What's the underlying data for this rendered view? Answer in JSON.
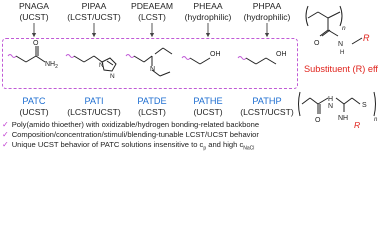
{
  "top_row": [
    {
      "name": "PNAGA",
      "type": "(UCST)"
    },
    {
      "name": "PIPAA",
      "type": "(LCST/UCST)"
    },
    {
      "name": "PDEAEAM",
      "type": "(LCST)"
    },
    {
      "name": "PHEAA",
      "type": "(hydrophilic)"
    },
    {
      "name": "PHPAA",
      "type": "(hydrophilic)"
    }
  ],
  "bottom_row": [
    {
      "name": "PATC",
      "type": "(UCST)"
    },
    {
      "name": "PATI",
      "type": "(LCST/UCST)"
    },
    {
      "name": "PATDE",
      "type": "(LCST)"
    },
    {
      "name": "PATHE",
      "type": "(UCST)"
    },
    {
      "name": "PATHP",
      "type": "(LCST/UCST)"
    }
  ],
  "substituent_effect_label": "Substituent (R) effect",
  "chem_labels": {
    "o": "O",
    "nh": "NH",
    "n": "N",
    "oh": "OH",
    "r": "R",
    "h": "H",
    "s": "S",
    "n_sub": "n"
  },
  "bullets": [
    "Poly(amido thioether) with oxidizable/hydrogen bonding-related backbone",
    "Composition/concentration/stimuli/blending-tunable LCST/UCST behavior",
    "Unique UCST behavior of PATC solutions insensitive to c",
    "p",
    " and high c",
    "NaCl"
  ],
  "check_mark": "✓",
  "colors": {
    "accent_blue": "#1f6fd1",
    "accent_purple": "#c05ad6",
    "accent_red": "#e0231c"
  }
}
